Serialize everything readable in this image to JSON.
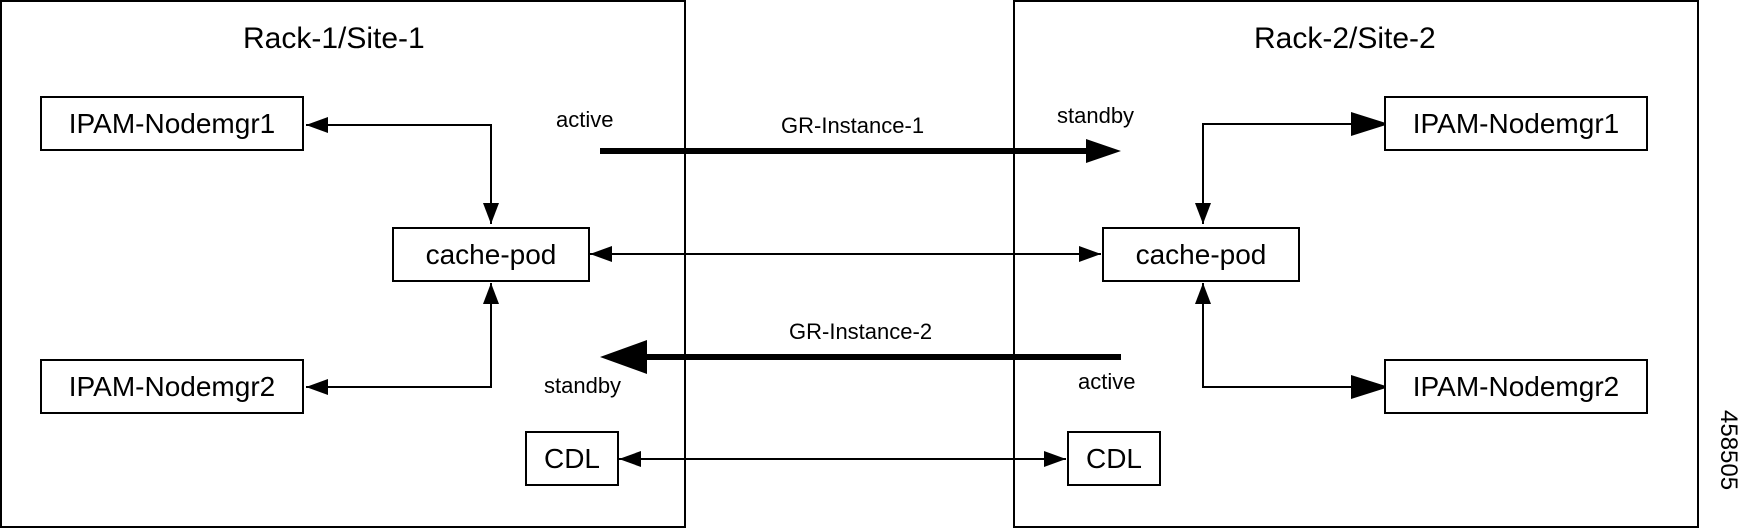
{
  "site1": {
    "title": "Rack-1/Site-1",
    "nodemgr1": "IPAM-Nodemgr1",
    "nodemgr2": "IPAM-Nodemgr2",
    "cache_pod": "cache-pod",
    "cdl": "CDL"
  },
  "site2": {
    "title": "Rack-2/Site-2",
    "nodemgr1": "IPAM-Nodemgr1",
    "nodemgr2": "IPAM-Nodemgr2",
    "cache_pod": "cache-pod",
    "cdl": "CDL"
  },
  "gr1": {
    "label": "GR-Instance-1",
    "source_state": "active",
    "target_state": "standby"
  },
  "gr2": {
    "label": "GR-Instance-2",
    "source_state": "active",
    "target_state": "standby"
  },
  "figure_id": "458505"
}
